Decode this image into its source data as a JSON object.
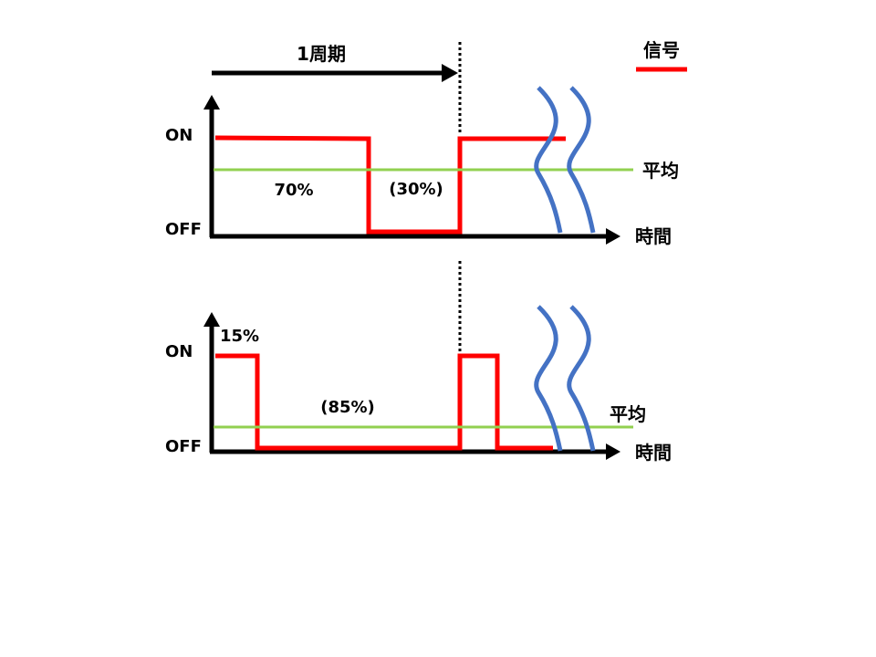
{
  "period": {
    "label": "1周期"
  },
  "legend": {
    "label": "信号",
    "color": "#ff0000"
  },
  "colors": {
    "signal": "#ff0000",
    "average": "#92d050",
    "break_mark": "#4472c4",
    "axis": "#000000"
  },
  "top_diagram": {
    "y_on_label": "ON",
    "y_off_label": "OFF",
    "x_axis_label": "時間",
    "average_label": "平均",
    "on_pct_label": "70%",
    "off_pct_label": "(30%)",
    "duty_ratio": 0.7
  },
  "bottom_diagram": {
    "y_on_label": "ON",
    "y_off_label": "OFF",
    "x_axis_label": "時間",
    "average_label": "平均",
    "on_pct_label": "15%",
    "off_pct_label": "(85%)",
    "duty_ratio": 0.15
  }
}
